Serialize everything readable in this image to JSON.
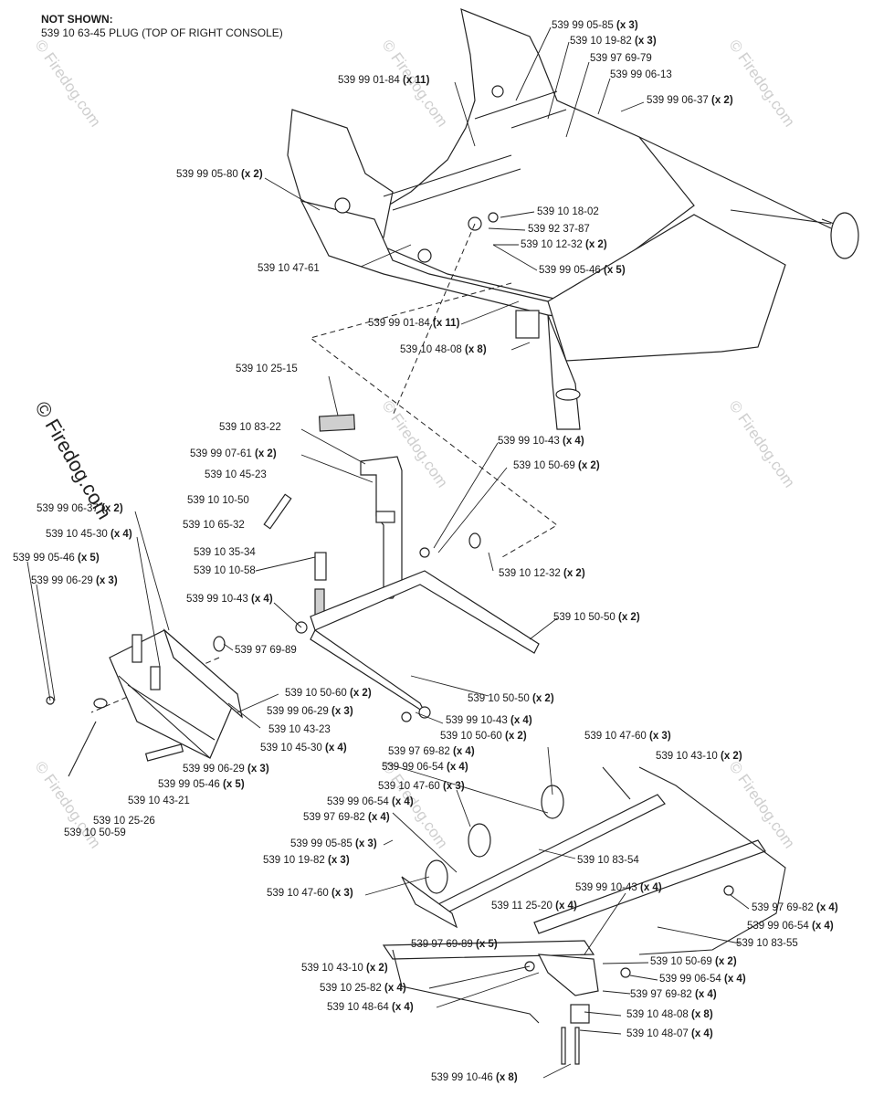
{
  "not_shown": {
    "heading": "NOT SHOWN:",
    "item": "539 10 63-45  PLUG (TOP OF RIGHT CONSOLE)"
  },
  "watermark": "© Firedog.com",
  "labels": [
    {
      "part": "539 99 05-85",
      "qty": "(x 3)"
    },
    {
      "part": "539 10 19-82",
      "qty": "(x 3)"
    },
    {
      "part": "539 97 69-79",
      "qty": ""
    },
    {
      "part": "539 99 06-13",
      "qty": ""
    },
    {
      "part": "539 99 06-37",
      "qty": "(x 2)"
    },
    {
      "part": "539 99 01-84",
      "qty": "(x 11)"
    },
    {
      "part": "539 99 05-80",
      "qty": "(x 2)"
    },
    {
      "part": "539 10 18-02",
      "qty": ""
    },
    {
      "part": "539 92 37-87",
      "qty": ""
    },
    {
      "part": "539 10 12-32",
      "qty": "(x 2)"
    },
    {
      "part": "539 10 47-61",
      "qty": ""
    },
    {
      "part": "539 99 05-46",
      "qty": "(x 5)"
    },
    {
      "part": "539 99 01-84",
      "qty": "(x 11)"
    },
    {
      "part": "539 10 48-08",
      "qty": "(x 8)"
    },
    {
      "part": "539 10 25-15",
      "qty": ""
    },
    {
      "part": "539 10 83-22",
      "qty": ""
    },
    {
      "part": "539 99 07-61",
      "qty": "(x 2)"
    },
    {
      "part": "539 10 45-23",
      "qty": ""
    },
    {
      "part": "539 10 10-50",
      "qty": ""
    },
    {
      "part": "539 10 65-32",
      "qty": ""
    },
    {
      "part": "539 99 06-37",
      "qty": "(x 2)"
    },
    {
      "part": "539 10 45-30",
      "qty": "(x 4)"
    },
    {
      "part": "539 99 05-46",
      "qty": "(x 5)"
    },
    {
      "part": "539 99 06-29",
      "qty": "(x 3)"
    },
    {
      "part": "539 10 35-34",
      "qty": ""
    },
    {
      "part": "539 10 10-58",
      "qty": ""
    },
    {
      "part": "539 99 10-43",
      "qty": "(x 4)"
    },
    {
      "part": "539 97 69-89",
      "qty": ""
    },
    {
      "part": "539 99 10-43",
      "qty": "(x 4)"
    },
    {
      "part": "539 10 50-69",
      "qty": "(x 2)"
    },
    {
      "part": "539 10 12-32",
      "qty": "(x 2)"
    },
    {
      "part": "539 10 50-50",
      "qty": "(x 2)"
    },
    {
      "part": "539 10 50-60",
      "qty": "(x 2)"
    },
    {
      "part": "539 99 06-29",
      "qty": "(x 3)"
    },
    {
      "part": "539 10 43-23",
      "qty": ""
    },
    {
      "part": "539 10 50-50",
      "qty": "(x 2)"
    },
    {
      "part": "539 99 10-43",
      "qty": "(x 4)"
    },
    {
      "part": "539 10 50-60",
      "qty": "(x 2)"
    },
    {
      "part": "539 10 45-30",
      "qty": "(x 4)"
    },
    {
      "part": "539 99 06-29",
      "qty": "(x 3)"
    },
    {
      "part": "539 99 05-46",
      "qty": "(x 5)"
    },
    {
      "part": "539 10 43-21",
      "qty": ""
    },
    {
      "part": "539 10 25-26",
      "qty": ""
    },
    {
      "part": "539 10 50-59",
      "qty": ""
    },
    {
      "part": "539 97 69-82",
      "qty": "(x 4)"
    },
    {
      "part": "539 99 06-54",
      "qty": "(x 4)"
    },
    {
      "part": "539 10 47-60",
      "qty": "(x 3)"
    },
    {
      "part": "539 10 43-10",
      "qty": "(x 2)"
    },
    {
      "part": "539 10 47-60",
      "qty": "(x 3)"
    },
    {
      "part": "539 99 06-54",
      "qty": "(x 4)"
    },
    {
      "part": "539 97 69-82",
      "qty": "(x 4)"
    },
    {
      "part": "539 99 05-85",
      "qty": "(x 3)"
    },
    {
      "part": "539 10 19-82",
      "qty": "(x 3)"
    },
    {
      "part": "539 10 83-54",
      "qty": ""
    },
    {
      "part": "539 10 47-60",
      "qty": "(x 3)"
    },
    {
      "part": "539 99 10-43",
      "qty": "(x 4)"
    },
    {
      "part": "539 11 25-20",
      "qty": "(x 4)"
    },
    {
      "part": "539 97 69-82",
      "qty": "(x 4)"
    },
    {
      "part": "539 99 06-54",
      "qty": "(x 4)"
    },
    {
      "part": "539 97 69-89",
      "qty": "(x 5)"
    },
    {
      "part": "539 10 83-55",
      "qty": ""
    },
    {
      "part": "539 10 43-10",
      "qty": "(x 2)"
    },
    {
      "part": "539 10 50-69",
      "qty": "(x 2)"
    },
    {
      "part": "539 10 25-82",
      "qty": "(x 4)"
    },
    {
      "part": "539 99 06-54",
      "qty": "(x 4)"
    },
    {
      "part": "539 10 48-64",
      "qty": "(x 4)"
    },
    {
      "part": "539 97 69-82",
      "qty": "(x 4)"
    },
    {
      "part": "539 10 48-08",
      "qty": "(x 8)"
    },
    {
      "part": "539 10 48-07",
      "qty": "(x 4)"
    },
    {
      "part": "539 99 10-46",
      "qty": "(x 8)"
    }
  ]
}
